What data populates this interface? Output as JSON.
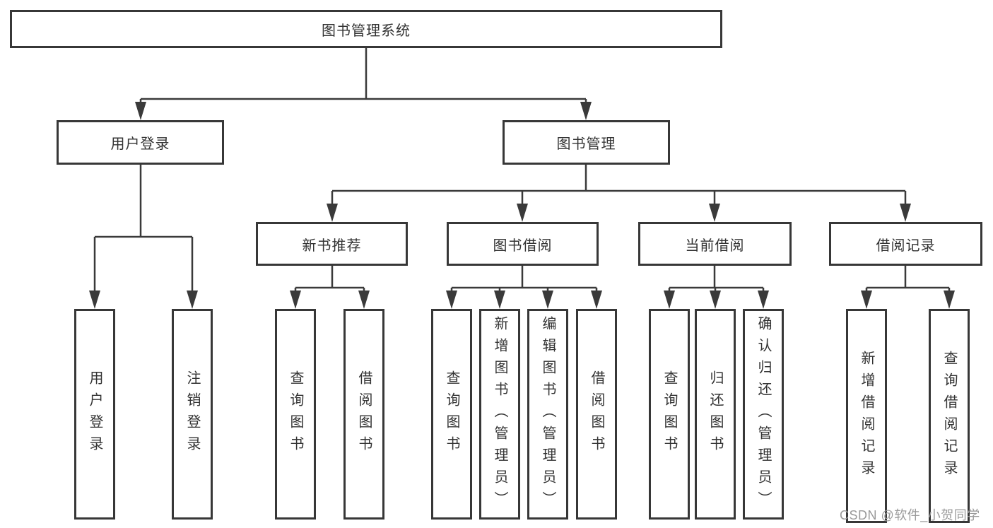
{
  "diagram": {
    "title": "图书管理系统",
    "tree": {
      "root": {
        "label": "图书管理系统"
      },
      "level2": [
        {
          "label": "用户登录",
          "parent": "图书管理系统"
        },
        {
          "label": "图书管理",
          "parent": "图书管理系统"
        }
      ],
      "level3": [
        {
          "label": "新书推荐",
          "parent": "图书管理"
        },
        {
          "label": "图书借阅",
          "parent": "图书管理"
        },
        {
          "label": "当前借阅",
          "parent": "图书管理"
        },
        {
          "label": "借阅记录",
          "parent": "图书管理"
        }
      ],
      "leaves": [
        {
          "label": "用户登录",
          "parent": "用户登录"
        },
        {
          "label": "注销登录",
          "parent": "用户登录"
        },
        {
          "label": "查询图书",
          "parent": "新书推荐"
        },
        {
          "label": "借阅图书",
          "parent": "新书推荐"
        },
        {
          "label": "查询图书",
          "parent": "图书借阅"
        },
        {
          "label": "新增图书（管理员）",
          "parent": "图书借阅"
        },
        {
          "label": "编辑图书（管理员）",
          "parent": "图书借阅"
        },
        {
          "label": "借阅图书",
          "parent": "图书借阅"
        },
        {
          "label": "查询图书",
          "parent": "当前借阅"
        },
        {
          "label": "归还图书",
          "parent": "当前借阅"
        },
        {
          "label": "确认归还（管理员）",
          "parent": "当前借阅"
        },
        {
          "label": "新增借阅记录",
          "parent": "借阅记录"
        },
        {
          "label": "查询借阅记录",
          "parent": "借阅记录"
        }
      ]
    },
    "colors": {
      "line": "#3a3a3a",
      "box_border": "#373737",
      "box_background": "#ffffff",
      "text": "#333333",
      "watermark_text": "#9a9a9a",
      "background": "#ffffff"
    }
  },
  "watermark": {
    "text": "CSDN @软件_小贺同学"
  }
}
